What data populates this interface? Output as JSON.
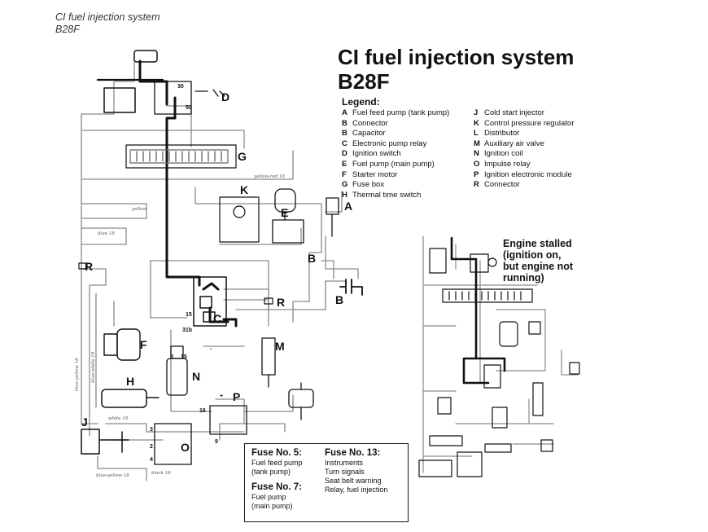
{
  "header": {
    "line1": "CI fuel injection system",
    "line2": "B28F"
  },
  "title": {
    "line1": "CI fuel injection system",
    "line2": "B28F"
  },
  "legend": {
    "title": "Legend:",
    "col1": [
      {
        "key": "A",
        "label": "Fuel feed pump (tank pump)"
      },
      {
        "key": "B",
        "label": "Connector"
      },
      {
        "key": "B",
        "label": "Capacitor"
      },
      {
        "key": "C",
        "label": "Electronic pump relay"
      },
      {
        "key": "D",
        "label": "Ignition switch"
      },
      {
        "key": "E",
        "label": "Fuel pump (main pump)"
      },
      {
        "key": "F",
        "label": "Starter motor"
      },
      {
        "key": "G",
        "label": "Fuse box"
      },
      {
        "key": "H",
        "label": "Thermal time switch"
      }
    ],
    "col2": [
      {
        "key": "J",
        "label": "Cold start injector"
      },
      {
        "key": "K",
        "label": "Control pressure regulator"
      },
      {
        "key": "L",
        "label": "Distributor"
      },
      {
        "key": "M",
        "label": "Auxiliary air valve"
      },
      {
        "key": "N",
        "label": "Ignition coil"
      },
      {
        "key": "O",
        "label": "Impulse relay"
      },
      {
        "key": "P",
        "label": "Ignition electronic module"
      },
      {
        "key": "R",
        "label": "Connector"
      }
    ]
  },
  "stalled_note": [
    "Engine stalled",
    "(ignition on,",
    "but engine not",
    "running)"
  ],
  "fuse_box": {
    "left": {
      "fuse5_title": "Fuse No. 5:",
      "fuse5_items": [
        "Fuel feed pump",
        "(tank pump)"
      ],
      "fuse7_title": "Fuse No. 7:",
      "fuse7_items": [
        "Fuel pump",
        "(main pump)"
      ]
    },
    "right": {
      "fuse13_title": "Fuse No. 13:",
      "fuse13_items": [
        "Instruments",
        "Turn signals",
        "Seat belt warning",
        "Relay, fuel injection"
      ]
    }
  },
  "component_labels": {
    "A": "A",
    "B1": "B",
    "B2": "B",
    "C": "C",
    "D": "D",
    "E": "E",
    "F": "F",
    "G": "G",
    "H": "H",
    "J": "J",
    "K": "K",
    "M": "M",
    "N": "N",
    "O": "O",
    "P": "P",
    "R1": "R",
    "R2": "R"
  },
  "terminal_labels": {
    "t30": "30",
    "t50": "50",
    "t15a": "15",
    "t31b": "31b",
    "t15b": "15",
    "t1": "1",
    "t3": "3",
    "t2": "2",
    "t4": "4",
    "t16": "16",
    "t9": "9",
    "plus": "+",
    "minus": "-"
  },
  "wire_labels": {
    "blue_yellow_a": "blue-yellow 18",
    "blue_yellow_b": "blue-yellow 18",
    "white": "white 18",
    "blue_white": "blue-white 18",
    "yellow_red": "yellow-red 18",
    "yellow": "yellow",
    "black": "black 18",
    "blue": "blue 18"
  },
  "colors": {
    "ink": "#111111",
    "wire_gray": "#8a8a8a",
    "paper": "#ffffff"
  }
}
